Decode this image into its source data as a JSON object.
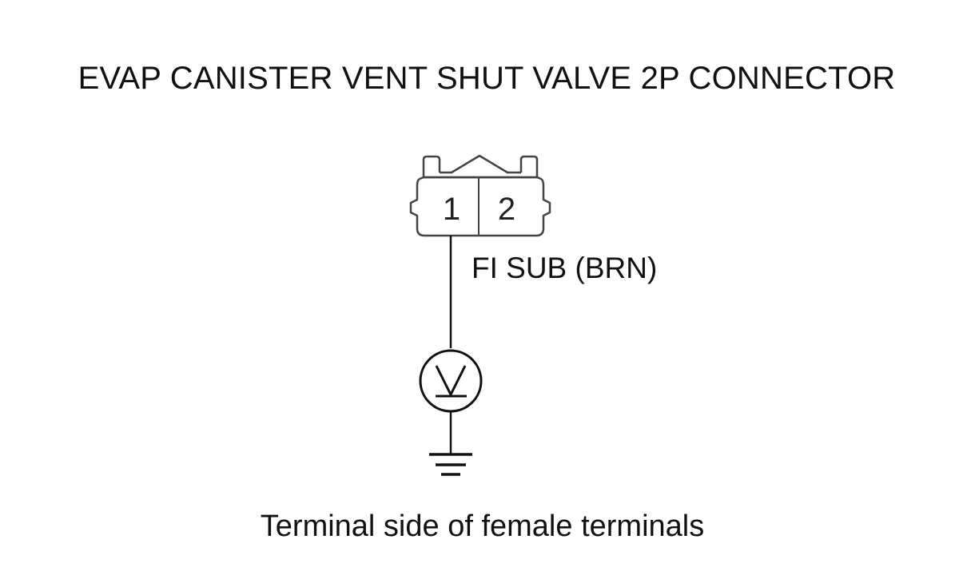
{
  "title": "EVAP CANISTER VENT SHUT VALVE 2P CONNECTOR",
  "connector": {
    "pins": [
      "1",
      "2"
    ]
  },
  "wire_label": "FI SUB (BRN)",
  "meter_icon": "voltmeter-icon",
  "ground_icon": "ground-icon",
  "caption": "Terminal side of female terminals",
  "colors": {
    "line": "#111111",
    "connector_outline": "#444444"
  }
}
